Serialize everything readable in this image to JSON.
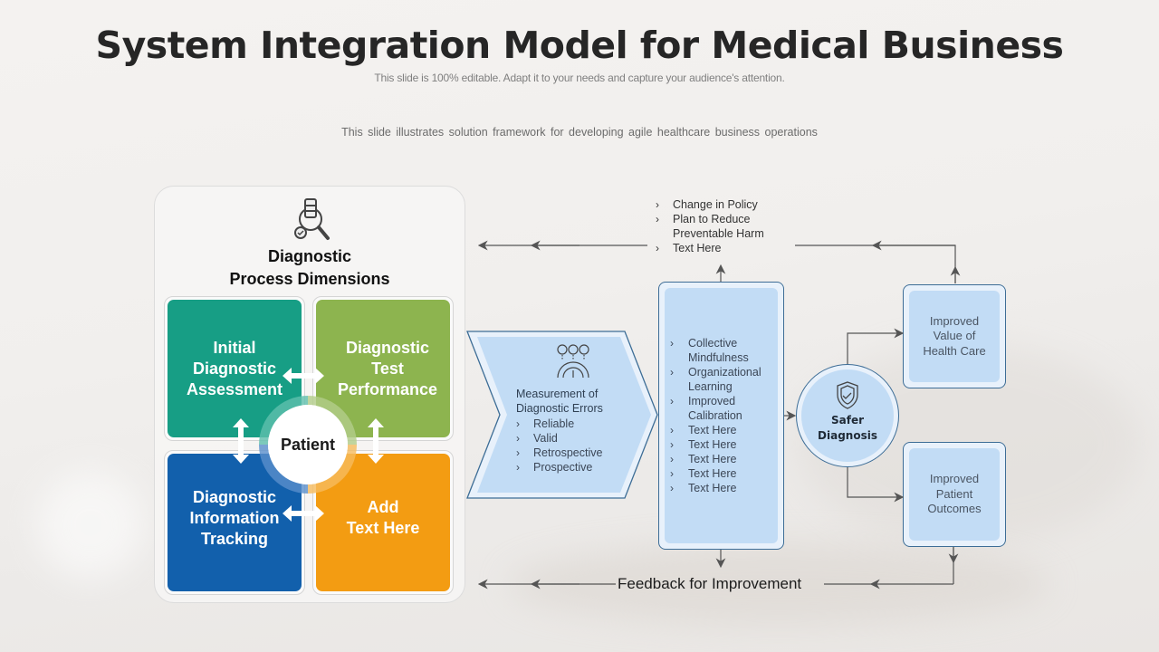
{
  "slide": {
    "title": "System Integration Model for Medical Business",
    "subtitle": "This slide is 100% editable. Adapt it to your needs and capture your audience's attention.",
    "description": "This slide illustrates solution framework  for developing  agile healthcare  business operations"
  },
  "left_panel": {
    "icon": "magnifier-server-gear-icon",
    "heading_line1": "Diagnostic",
    "heading_line2": "Process Dimensions",
    "center_label": "Patient",
    "tiles": [
      {
        "lines": [
          "Initial",
          "Diagnostic",
          "Assessment"
        ],
        "color": "#179e85"
      },
      {
        "lines": [
          "Diagnostic",
          "Test",
          "Performance"
        ],
        "color": "#8db44f"
      },
      {
        "lines": [
          "Diagnostic",
          "Information",
          "Tracking"
        ],
        "color": "#1260ac"
      },
      {
        "lines": [
          "Add",
          "Text Here"
        ],
        "color": "#f39c12"
      }
    ]
  },
  "measurement": {
    "icon": "dollar-user-clock-gear-gauge-icon",
    "title_line1": "Measurement of",
    "title_line2": "Diagnostic Errors",
    "items": [
      "Reliable",
      "Valid",
      "Retrospective",
      "Prospective"
    ]
  },
  "outcomes_list": {
    "items": [
      "Collective Mindfulness",
      "Organizational Learning",
      "Improved Calibration",
      "Text Here",
      "Text Here",
      "Text Here",
      "Text Here",
      "Text Here"
    ]
  },
  "policy_list": {
    "items": [
      "Change in Policy",
      "Plan to Reduce Preventable Harm",
      "Text Here"
    ]
  },
  "safer_diagnosis": {
    "icon": "shield-check-icon",
    "line1": "Safer",
    "line2": "Diagnosis"
  },
  "results": [
    {
      "lines": [
        "Improved",
        "Value of",
        "Health Care"
      ]
    },
    {
      "lines": [
        "Improved",
        "Patient",
        "Outcomes"
      ]
    }
  ],
  "feedback_label": "Feedback for Improvement",
  "colors": {
    "accent_blue_fill": "#c2dcf5",
    "accent_blue_border": "#3d6d96",
    "connector": "#555555"
  }
}
